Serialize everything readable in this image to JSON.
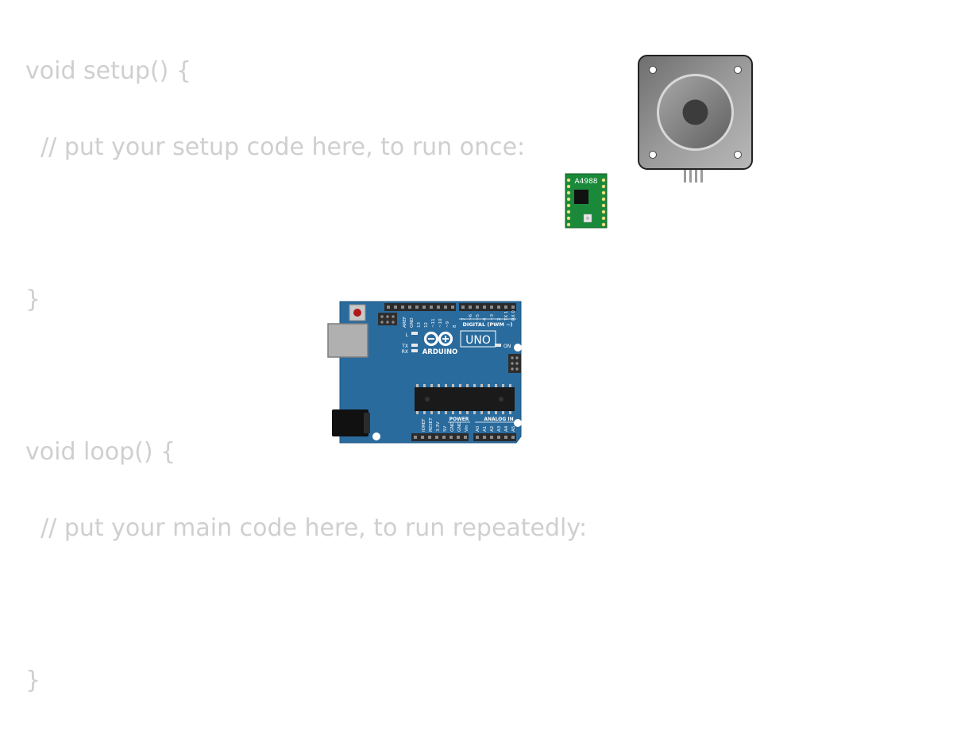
{
  "code": {
    "lines": [
      "void setup() {",
      "  // put your setup code here, to run once:",
      "",
      "}",
      "",
      "void loop() {",
      "  // put your main code here, to run repeatedly:",
      "",
      "}"
    ]
  },
  "parts": {
    "driver": {
      "label": "A4988"
    },
    "arduino": {
      "logo_text": "ARDUINO",
      "model": "UNO",
      "digital_header": "DIGITAL (PWM ~)",
      "power_header": "POWER",
      "analog_header": "ANALOG IN",
      "on_label": "ON",
      "led_l": "L",
      "led_tx": "TX",
      "led_rx": "RX",
      "top_pins": [
        "AREF",
        "GND",
        "13",
        "12",
        "~11",
        "~10",
        "~9",
        "8",
        "7",
        "~6",
        "~5",
        "4",
        "~3",
        "2",
        "TX 1",
        "RX 0"
      ],
      "power_pins": [
        "IOREF",
        "RESET",
        "3.3V",
        "5V",
        "GND",
        "GND",
        "Vin"
      ],
      "analog_pins": [
        "A0",
        "A1",
        "A2",
        "A3",
        "A4",
        "A5"
      ]
    }
  },
  "colors": {
    "code_text": "#cfcfcf",
    "board_blue": "#2a6b9e",
    "driver_green": "#1a8a3a"
  }
}
